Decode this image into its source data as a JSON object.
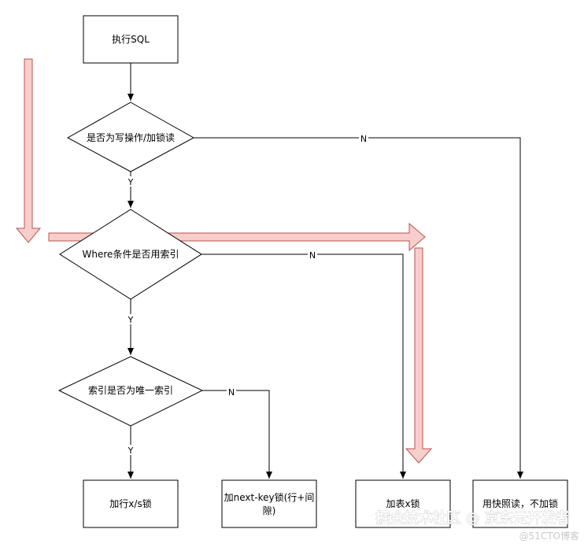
{
  "nodes": {
    "exec_sql": "执行SQL",
    "is_write_lock": "是否为写操作/加锁读",
    "where_index": "Where条件是否用索引",
    "unique_index": "索引是否为唯一索引",
    "row_lock": "加行x/s锁",
    "next_key_line1": "加next-key锁(行+间",
    "next_key_line2": "隙)",
    "table_lock": "加表x锁",
    "snapshot_read": "用快照读，不加锁"
  },
  "edges": {
    "yes": "Y",
    "no": "N"
  },
  "watermark": {
    "main": "掘金技术社区 @ 京东云开发者",
    "sub": "@51CTO博客"
  },
  "colors": {
    "stroke": "#000000",
    "highlight_fill": "#f8cecc",
    "highlight_stroke": "#b85450"
  }
}
